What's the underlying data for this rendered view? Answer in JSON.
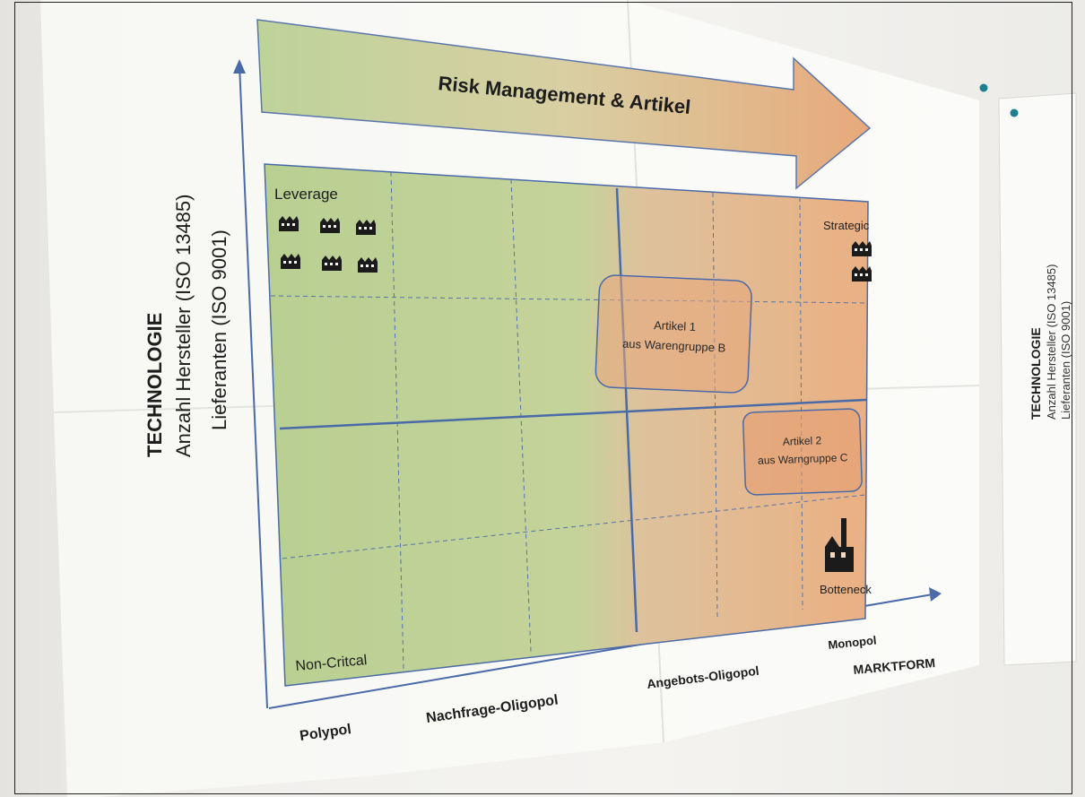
{
  "poster": {
    "title": "Risk Management & Artikel",
    "y_axis": {
      "line1": "TECHNOLOGIE",
      "line2": "Anzahl Hersteller (ISO 13485)",
      "line3": "Lieferanten (ISO 9001)"
    },
    "quadrants": {
      "top_left": "Leverage",
      "top_right": "Strategic",
      "bottom_left": "Non-Critcal",
      "bottom_right": "Botteneck"
    },
    "items": [
      {
        "line1": "Artikel 1",
        "line2": "aus Warengruppe B"
      },
      {
        "line1": "Artikel 2",
        "line2": "aus Warngruppe C"
      }
    ],
    "x_axis": {
      "label": "MARKTFORM",
      "categories": [
        "Polypol",
        "Nachfrage-Oligopol",
        "Angebots-Oligopol",
        "Monopol"
      ]
    }
  },
  "second_poster": {
    "line1": "TECHNOLOGIE",
    "line2": "Anzahl Hersteller (ISO 13485)",
    "line3": "Lieferanten (ISO 9001)"
  },
  "colors": {
    "green": "#b9cf92",
    "orange": "#e9b487",
    "grid_blue": "#4a6aa8",
    "pin": "#1e7f8e"
  }
}
